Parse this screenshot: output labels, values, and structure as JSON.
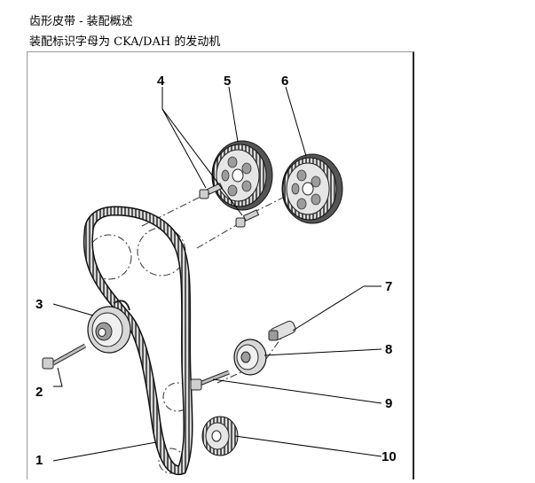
{
  "header": {
    "title": "齿形皮带 - 装配概述",
    "subtitle": "装配标识字母为  CKA/DAH 的发动机"
  },
  "callouts": [
    "1",
    "2",
    "3",
    "4",
    "5",
    "6",
    "7",
    "8",
    "9",
    "10"
  ],
  "colors": {
    "ink": "#000000",
    "part_fill": "#e6e6e6",
    "part_dark": "#9c9c9c",
    "frame": "#222222"
  }
}
